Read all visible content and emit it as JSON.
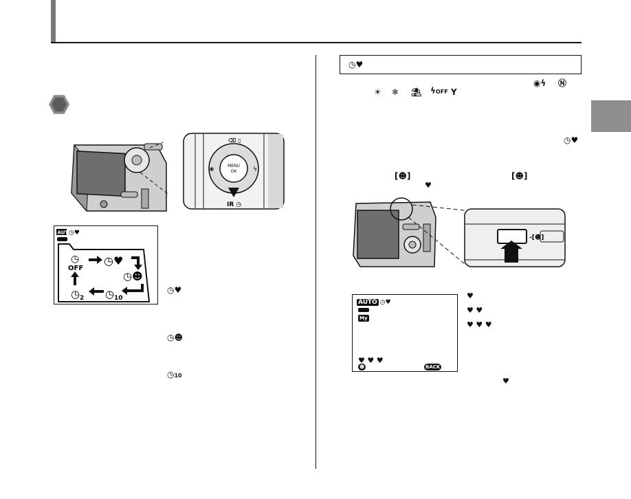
{
  "icons": {
    "self_timer_heart": "self-timer-couple-icon",
    "self_timer_face": "self-timer-face-icon",
    "self_timer_10": "self-timer-10s-icon",
    "self_timer_2": "self-timer-2s-icon",
    "self_timer_off": "self-timer-off-icon",
    "flash_red_eye": "red-eye-flash-icon",
    "natural_light": "natural-light-icon",
    "scene_modes": [
      "sunset-icon",
      "snow-icon",
      "beach-icon",
      "flash-off-icon",
      "party-icon"
    ],
    "face_detection": "face-detection-icon",
    "heart": "heart-icon"
  },
  "self_timer_cycle": {
    "off_label": "OFF",
    "ten_label": "10",
    "two_label": "2"
  },
  "camera_dial": {
    "center_label_top": "MENU",
    "center_label_bottom": "OK"
  },
  "screen_badges": {
    "auto": "AUTO",
    "my": "My",
    "back": "BACK"
  },
  "heart_levels": [
    "♥",
    "♥ ♥",
    "♥ ♥ ♥"
  ],
  "colors": {
    "header_bar": "#7a7a7a",
    "side_tab": "#8e8e8e",
    "ink": "#111111"
  }
}
